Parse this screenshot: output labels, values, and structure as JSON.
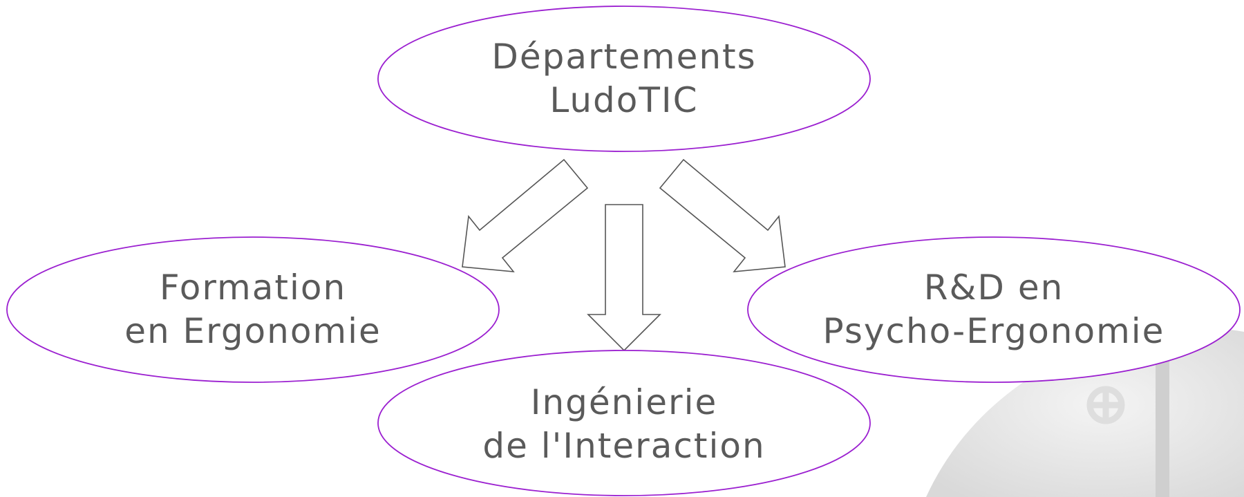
{
  "colors": {
    "ellipse_stroke": "#9b1fd0",
    "arrow_stroke": "#555555",
    "text": "#5a5a5a",
    "watermark": "#e6e6e6"
  },
  "nodes": {
    "root": {
      "line1": "Départements",
      "line2": "LudoTIC"
    },
    "left": {
      "line1": "Formation",
      "line2": "en Ergonomie"
    },
    "center": {
      "line1": "Ingénierie",
      "line2": "de l'Interaction"
    },
    "right": {
      "line1": "R&D en",
      "line2": "Psycho-Ergonomie"
    }
  },
  "watermark": {
    "icon": "crosshair-circle-logo"
  }
}
